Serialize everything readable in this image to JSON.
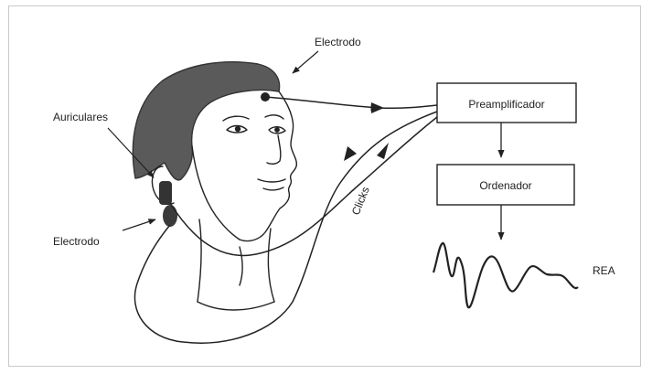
{
  "labels": {
    "electrode_top": "Electrodo",
    "earphones": "Auriculares",
    "electrode_ear": "Electrodo",
    "clicks": "Clicks",
    "reading": "REA"
  },
  "boxes": {
    "preamp": "Preamplificador",
    "computer": "Ordenador"
  },
  "colors": {
    "line": "#222222",
    "hair": "#5a5a5a",
    "frame": "#c9c9c9"
  }
}
